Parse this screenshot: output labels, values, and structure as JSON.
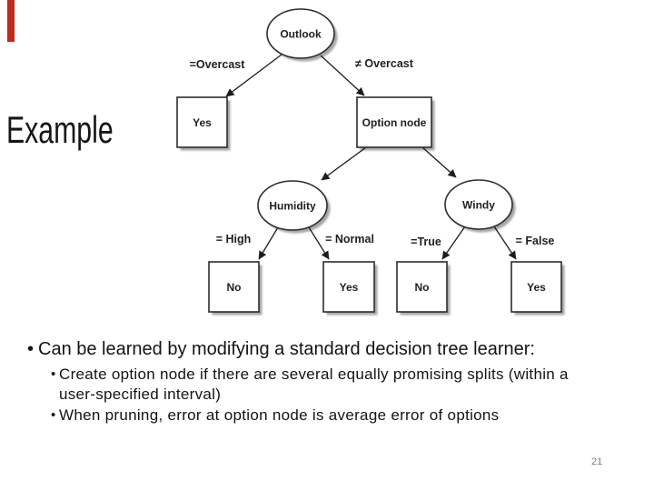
{
  "slide": {
    "title": "Example",
    "page_number": "21",
    "accent_color": "#bf2a1d",
    "background_color": "#ffffff",
    "text_color": "#141414",
    "page_number_color": "#7f7f7f"
  },
  "tree": {
    "nodes": {
      "outlook": "Outlook",
      "yes_left": "Yes",
      "option": "Option node",
      "humidity": "Humidity",
      "windy": "Windy",
      "no_high": "No",
      "yes_normal": "Yes",
      "no_true": "No",
      "yes_false": "Yes"
    },
    "edge_labels": {
      "overcast_eq": "=Overcast",
      "overcast_neq": "≠ Overcast",
      "high": "= High",
      "normal": "= Normal",
      "true": "=True",
      "false": "= False"
    }
  },
  "bullets": {
    "level1": "Can be learned by modifying a standard decision tree learner:",
    "level2": [
      {
        "lines": [
          "Create option node if there are several equally promising splits (within a",
          "user-specified interval)"
        ]
      },
      {
        "lines": [
          "When pruning, error at option node is average error of options"
        ]
      }
    ]
  }
}
